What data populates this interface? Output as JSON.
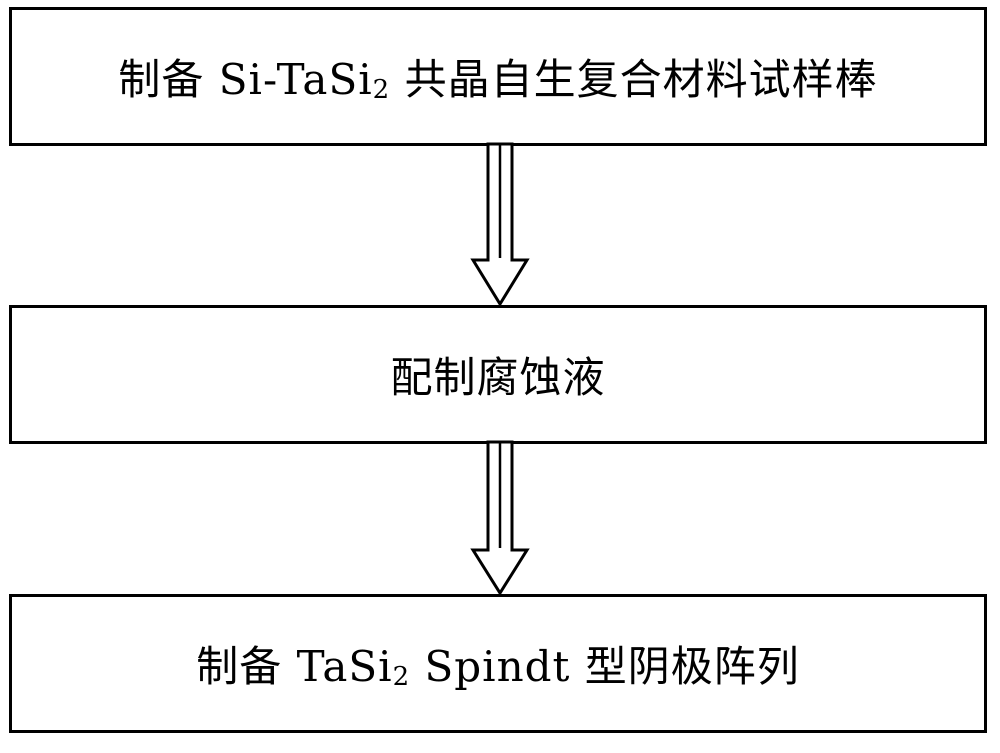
{
  "steps": [
    {
      "prefix": "制备 Si-TaSi",
      "sub": "2",
      "suffix": " 共晶自生复合材料试样棒"
    },
    {
      "prefix": "配制腐蚀液",
      "sub": "",
      "suffix": ""
    },
    {
      "prefix": "制备 TaSi",
      "sub": "2",
      "suffix": " Spindt 型阴极阵列"
    }
  ],
  "colors": {
    "stroke": "#000000",
    "background": "#ffffff"
  }
}
